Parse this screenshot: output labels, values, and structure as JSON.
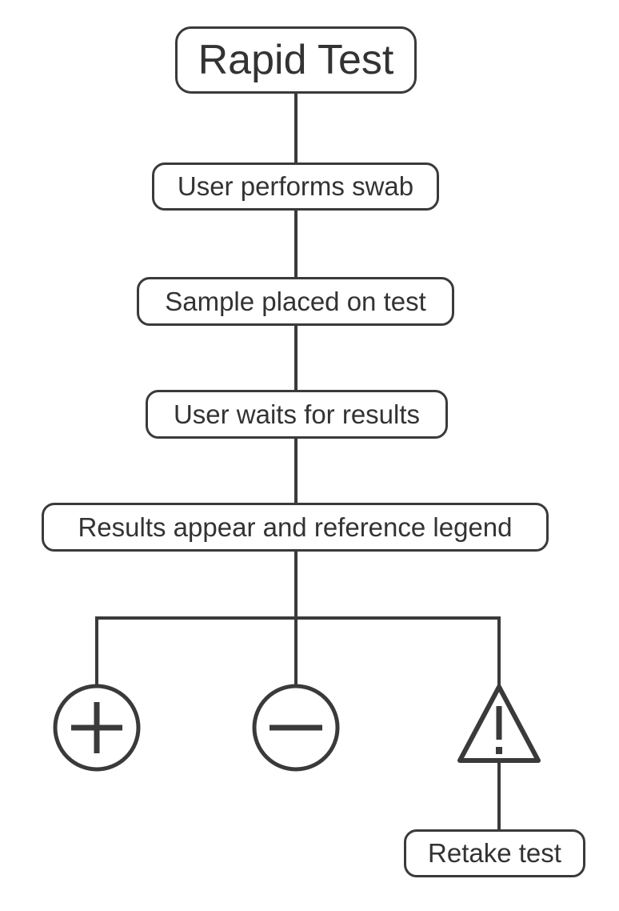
{
  "diagram": {
    "title": "Rapid Test",
    "steps": [
      "User performs swab",
      "Sample placed on test",
      "User waits for results",
      "Results appear and reference legend"
    ],
    "outcomes": [
      {
        "icon": "plus-circle-icon"
      },
      {
        "icon": "minus-circle-icon"
      },
      {
        "icon": "warning-triangle-icon"
      }
    ],
    "retake_label": "Retake test"
  },
  "colors": {
    "stroke": "#3a3a3a",
    "text": "#333333",
    "background": "#ffffff"
  }
}
